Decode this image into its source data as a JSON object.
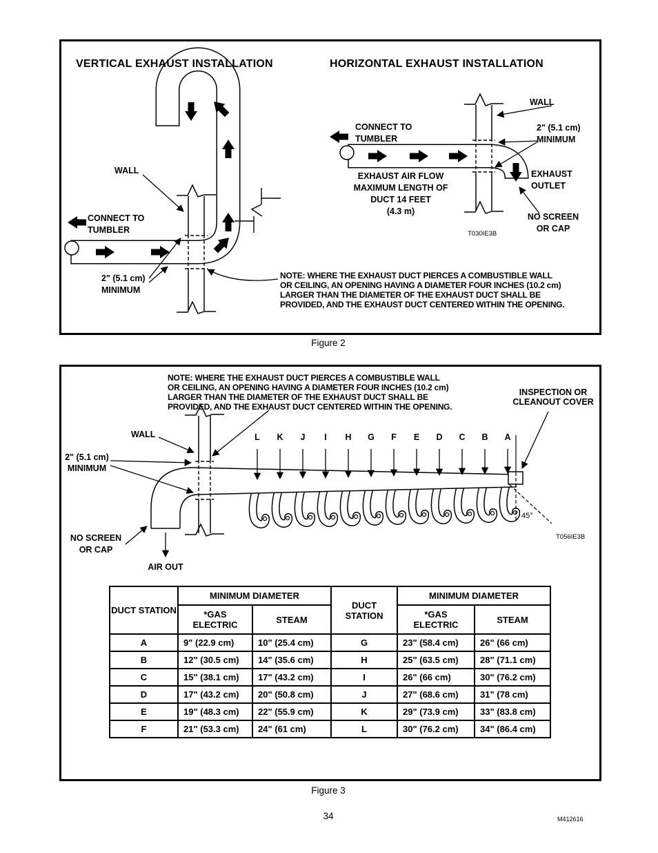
{
  "figure2": {
    "caption": "Figure 2",
    "vertical": {
      "title": "VERTICAL EXHAUST INSTALLATION",
      "wall_label": "WALL",
      "connect_line1": "CONNECT TO",
      "connect_line2": "TUMBLER",
      "minimum_line1": "2\" (5.1 cm)",
      "minimum_line2": "MINIMUM"
    },
    "horizontal": {
      "title": "HORIZONTAL EXHAUST INSTALLATION",
      "wall_label": "WALL",
      "connect_line1": "CONNECT TO",
      "connect_line2": "TUMBLER",
      "minimum_line1": "2\" (5.1 cm)",
      "minimum_line2": "MINIMUM",
      "airflow_line1": "EXHAUST AIR FLOW",
      "airflow_line2": "MAXIMUM LENGTH OF",
      "airflow_line3": "DUCT 14 FEET",
      "airflow_line4": "(4.3 m)",
      "outlet_line1": "EXHAUST",
      "outlet_line2": "OUTLET",
      "noscreen_line1": "NO SCREEN",
      "noscreen_line2": "OR CAP",
      "drawing_id": "T030IE3B"
    },
    "note_lines": [
      "NOTE: WHERE THE EXHAUST DUCT PIERCES A COMBUSTIBLE WALL",
      "OR CEILING, AN OPENING HAVING A DIAMETER FOUR INCHES (10.2 cm)",
      "LARGER THAN THE DIAMETER OF THE EXHAUST DUCT SHALL BE",
      "PROVIDED, AND THE EXHAUST DUCT CENTERED WITHIN THE OPENING."
    ]
  },
  "figure3": {
    "caption": "Figure 3",
    "note_lines": [
      "NOTE: WHERE THE EXHAUST DUCT PIERCES A COMBUSTIBLE WALL",
      "OR CEILING, AN OPENING HAVING A DIAMETER FOUR INCHES (10.2 cm)",
      "LARGER THAN THE DIAMETER OF THE EXHAUST DUCT SHALL BE",
      "PROVIDED, AND THE EXHAUST DUCT CENTERED WITHIN THE OPENING."
    ],
    "inspection_line1": "INSPECTION OR",
    "inspection_line2": "CLEANOUT COVER",
    "wall_label": "WALL",
    "minimum_line1": "2\" (5.1 cm)",
    "minimum_line2": "MINIMUM",
    "noscreen_line1": "NO SCREEN",
    "noscreen_line2": "OR CAP",
    "airout_label": "AIR OUT",
    "angle_label": "45°",
    "drawing_id": "T056IE3B",
    "stations": [
      "L",
      "K",
      "J",
      "I",
      "H",
      "G",
      "F",
      "E",
      "D",
      "C",
      "B",
      "A"
    ],
    "table": {
      "duct_station_header": "DUCT STATION",
      "min_diameter_header": "MINIMUM DIAMETER",
      "gas_header_line1": "*GAS",
      "gas_header_line2": "ELECTRIC",
      "steam_header": "STEAM",
      "rows": [
        [
          "A",
          "9\" (22.9 cm)",
          "10\" (25.4 cm)",
          "G",
          "23\" (58.4 cm)",
          "26\" (66 cm)"
        ],
        [
          "B",
          "12\" (30.5 cm)",
          "14\" (35.6 cm)",
          "H",
          "25\" (63.5 cm)",
          "28\" (71.1 cm)"
        ],
        [
          "C",
          "15\" (38.1 cm)",
          "17\" (43.2 cm)",
          "I",
          "26\" (66 cm)",
          "30\" (76.2 cm)"
        ],
        [
          "D",
          "17\" (43.2 cm)",
          "20\" (50.8 cm)",
          "J",
          "27\" (68.6 cm)",
          "31\" (78 cm)"
        ],
        [
          "E",
          "19\" (48.3 cm)",
          "22\" (55.9 cm)",
          "K",
          "29\" (73.9 cm)",
          "33\" (83.8 cm)"
        ],
        [
          "F",
          "21\" (53.3 cm)",
          "24\" (61 cm)",
          "L",
          "30\" (76.2 cm)",
          "34\" (86.4 cm)"
        ]
      ]
    }
  },
  "page_footer": {
    "page_number": "34",
    "doc_code": "M412616"
  }
}
